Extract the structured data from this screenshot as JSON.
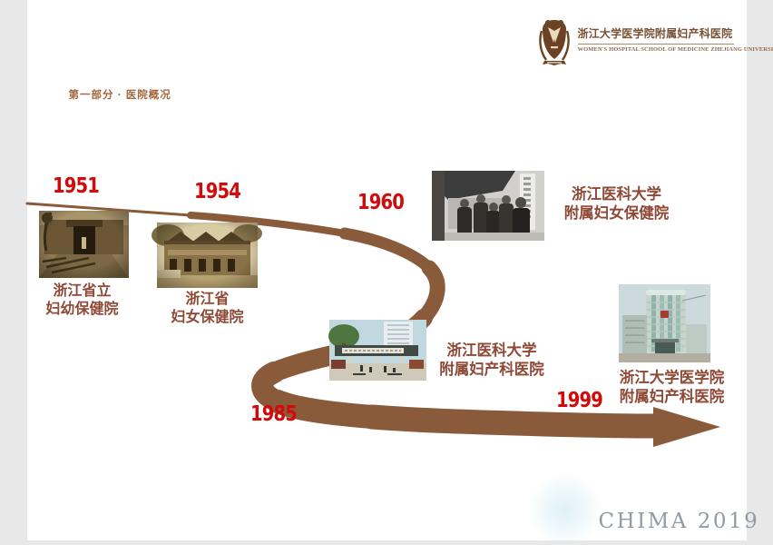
{
  "slide": {
    "section_label": "第一部分 · 医院概况",
    "footer_watermark": "CHIMA 2019",
    "background_color": "#ffffff"
  },
  "logo": {
    "emblem_icon": "hospital-crest-icon",
    "title_cn": "浙江大学医学院附属妇产科医院",
    "subtitle_en": "WOMEN'S HOSPITAL SCHOOL OF MEDICINE ZHEJIANG UNIVERSITY",
    "brand_color": "#6b4223"
  },
  "timeline": {
    "type": "history-timeline",
    "arrow_shape": "s-curve-swoosh-with-arrowhead",
    "arrow_color": "#8a5b3a",
    "year_color": "#d20a0a",
    "label_color": "#8e4836",
    "milestones": [
      {
        "year": "1951",
        "name_line1": "浙江省立",
        "name_line2": "妇幼保健院",
        "photo": "sepia-gate-photo"
      },
      {
        "year": "1954",
        "name_line1": "浙江省",
        "name_line2": "妇女保健院",
        "photo": "sepia-building-photo"
      },
      {
        "year": "1960",
        "name_line1": "浙江医科大学",
        "name_line2": "附属妇女保健院",
        "photo": "bw-group-photo"
      },
      {
        "year": "1985",
        "name_line1": "浙江医科大学",
        "name_line2": "附属妇产科医院",
        "photo": "hospital-entrance-photo"
      },
      {
        "year": "1999",
        "name_line1": "浙江大学医学院",
        "name_line2": "附属妇产科医院",
        "photo": "modern-tower-photo"
      }
    ]
  }
}
